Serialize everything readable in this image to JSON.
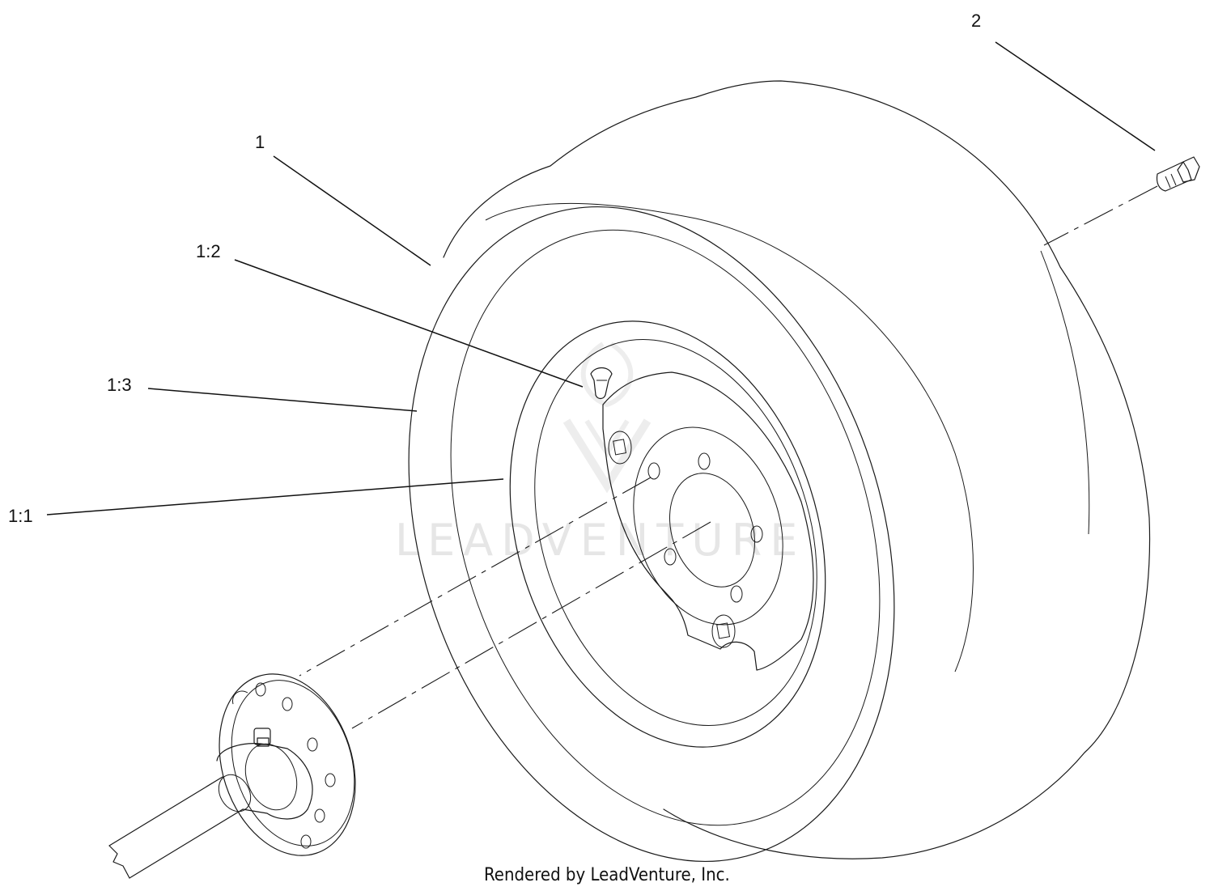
{
  "diagram": {
    "callouts": {
      "part_1": "1",
      "part_1_2": "1:2",
      "part_1_3": "1:3",
      "part_1_1": "1:1",
      "part_2": "2"
    },
    "watermark": "LEADVENTURE",
    "credit": "Rendered by LeadVenture, Inc."
  }
}
